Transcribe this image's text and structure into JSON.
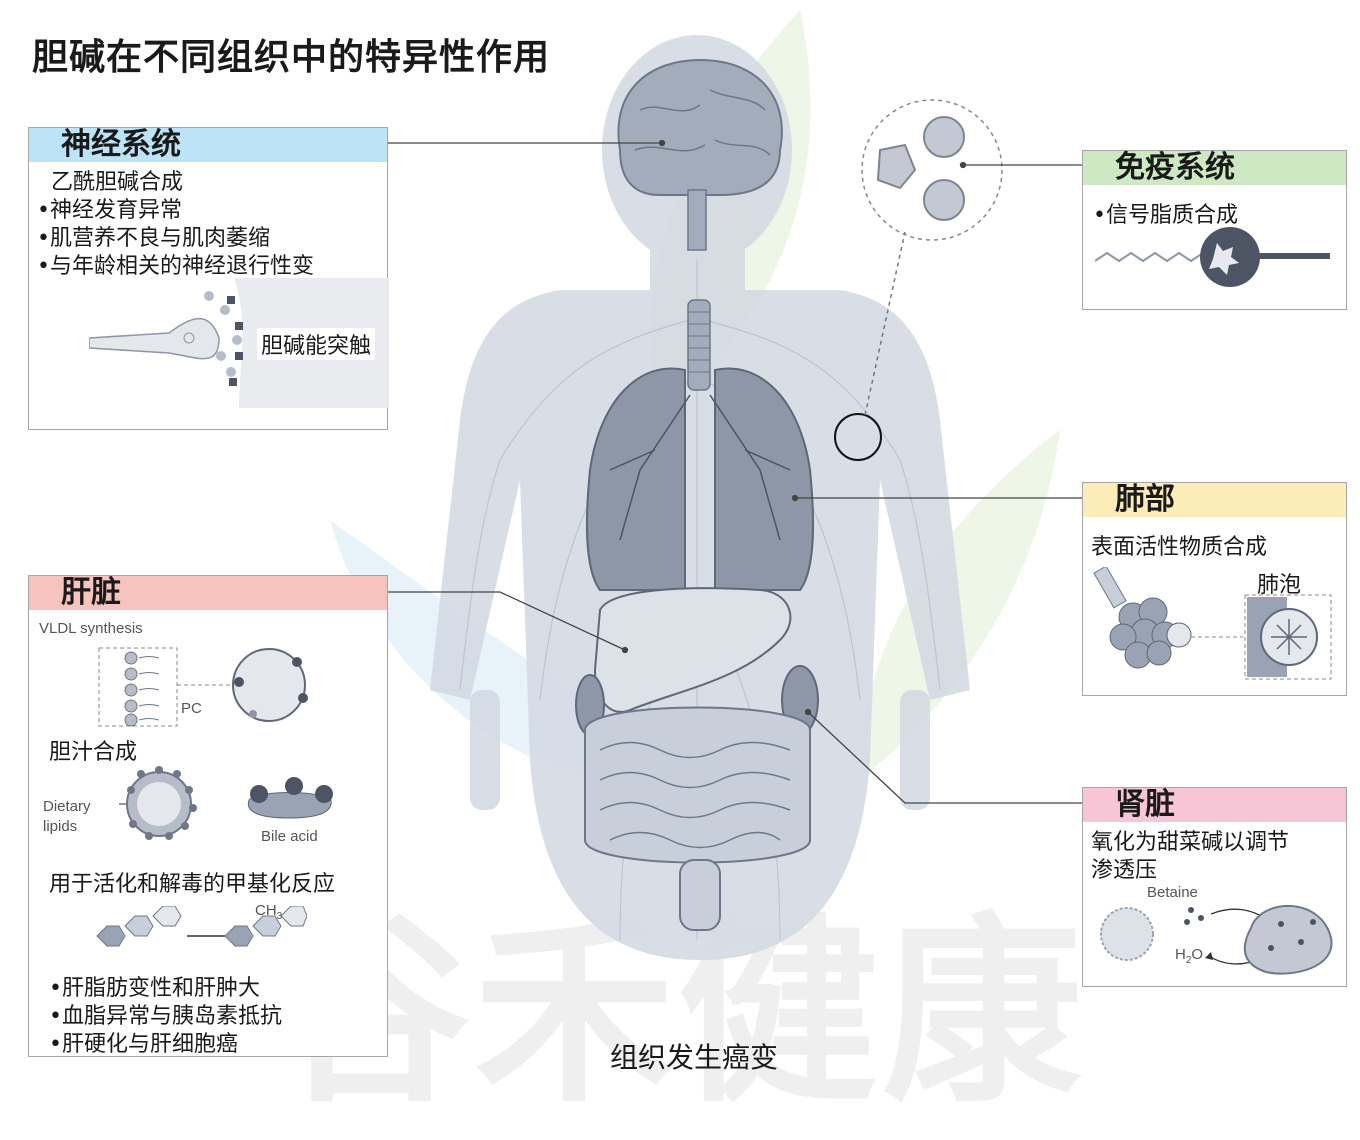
{
  "title": "胆碱在不同组织中的特异性作用",
  "caption": "组织发生癌变",
  "watermark": "谷禾健康",
  "colors": {
    "nervous_header": "#bde3f7",
    "immune_header": "#cfe8c4",
    "lung_header": "#fcecb8",
    "liver_header": "#f6c3bf",
    "kidney_header": "#f6c5d6",
    "body": "#c5ccd8",
    "organ": "#8e97a8"
  },
  "panels": {
    "nervous": {
      "title": "神经系统",
      "lines": [
        "乙酰胆碱合成",
        "•神经发育异常",
        "•肌营养不良与肌肉萎缩",
        "•与年龄相关的神经退行性变"
      ],
      "synapse_label": "胆碱能突触",
      "icon": "synapse-illustration"
    },
    "immune": {
      "title": "免疫系统",
      "lines": [
        "•信号脂质合成"
      ],
      "icon": "receptor-signal-illustration"
    },
    "lung": {
      "title": "肺部",
      "lines": [
        "表面活性物质合成"
      ],
      "alveoli_label": "肺泡",
      "icon": "alveoli-illustration"
    },
    "liver": {
      "title": "肝脏",
      "vldl_label": "VLDL synthesis",
      "pc_label": "PC",
      "bile_title": "胆汁合成",
      "dietary_label_1": "Dietary",
      "dietary_label_2": "lipids",
      "bile_acid_label": "Bile acid",
      "methyl_title": "用于活化和解毒的甲基化反应",
      "ch3_label": "CH",
      "ch3_sub": "3",
      "lines": [
        "•肝脂肪变性和肝肿大",
        "•血脂异常与胰岛素抵抗",
        "•肝硬化与肝细胞癌"
      ]
    },
    "kidney": {
      "title": "肾脏",
      "lines": [
        "氧化为甜菜碱以调节",
        "渗透压"
      ],
      "betaine_label": "Betaine",
      "h2o_label": "H",
      "h2o_sub": "2",
      "h2o_tail": "O"
    }
  }
}
